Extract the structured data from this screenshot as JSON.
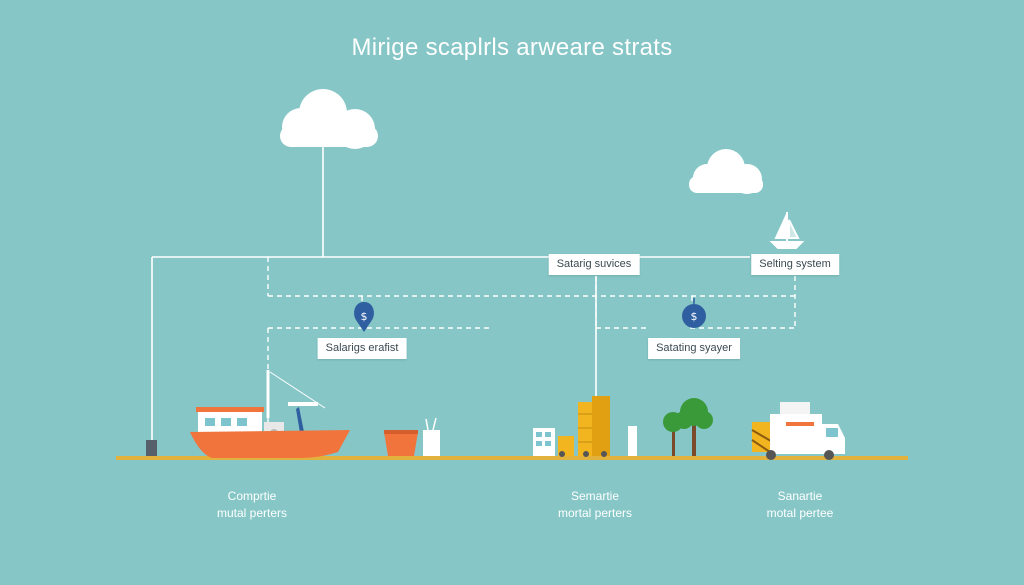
{
  "title": "Mirige scaplrls arweare strats",
  "nodes": {
    "services": "Satarig suvices",
    "system": "Selting system",
    "erafist": "Salarigs erafist",
    "sayer": "Satating syayer"
  },
  "markers": {
    "left": "$",
    "right": "$"
  },
  "captions": {
    "left": {
      "line1": "Comprtie",
      "line2": "mutal perters"
    },
    "center": {
      "line1": "Semartie",
      "line2": "mortal perters"
    },
    "right": {
      "line1": "Sanartie",
      "line2": "motal pertee"
    }
  },
  "colors": {
    "background": "#86c6c6",
    "line": "#ffffff",
    "ground": "#e3b23c",
    "marker": "#2f5fa0",
    "boat": "#f0743c",
    "tree": "#3a9a3a"
  },
  "icons": [
    "cloud-icon",
    "sailboat-icon",
    "dollar-pin-icon",
    "boat-icon",
    "crate-icon",
    "factory-icon",
    "tree-icon",
    "delivery-truck-icon"
  ]
}
